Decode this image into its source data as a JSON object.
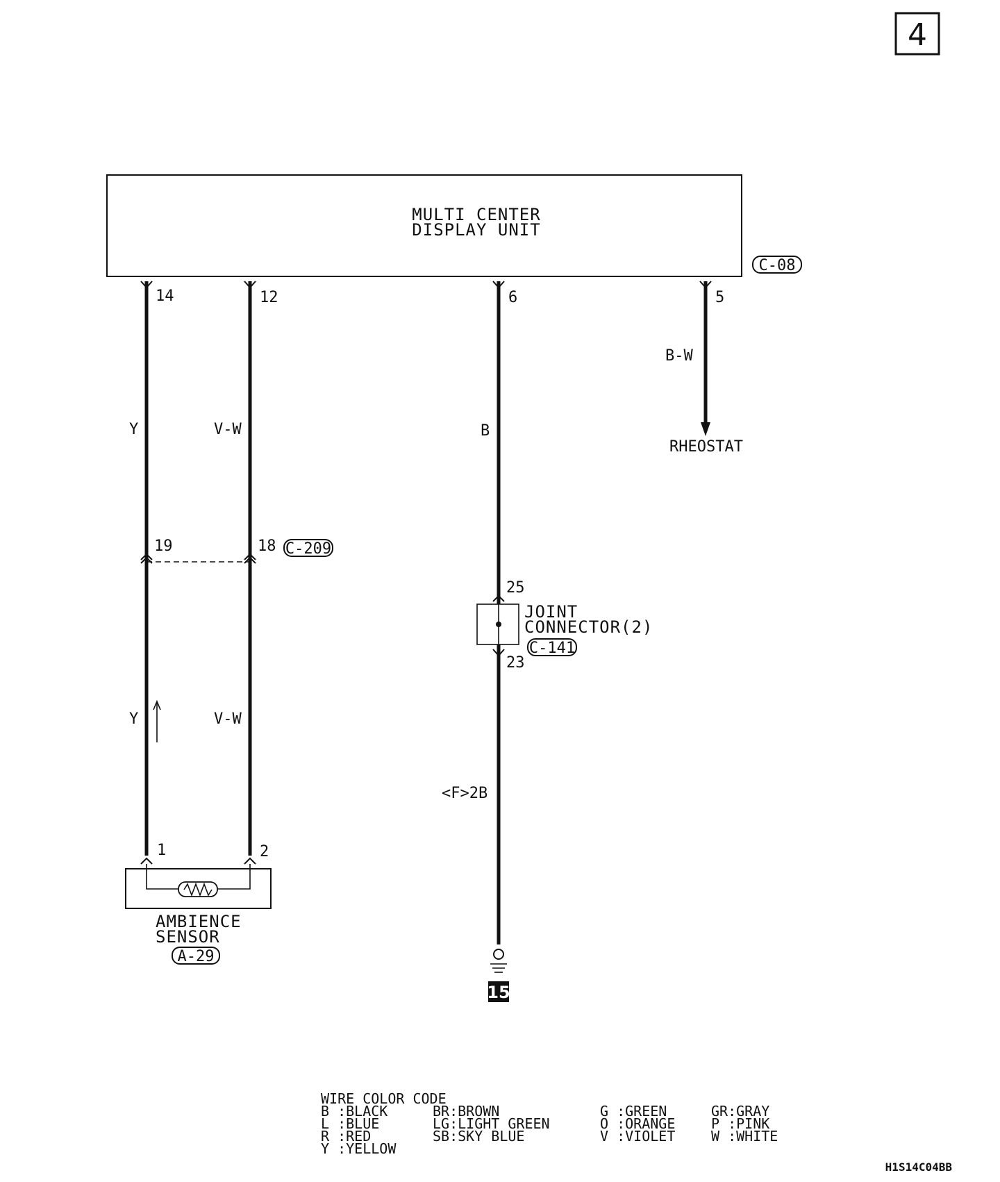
{
  "page_number": "4",
  "unit": {
    "title_line1": "MULTI CENTER",
    "title_line2": "DISPLAY UNIT",
    "connector": "C-08"
  },
  "pins": {
    "p14": "14",
    "p12": "12",
    "p6": "6",
    "p5": "5",
    "p19": "19",
    "p18": "18",
    "p25": "25",
    "p23": "23",
    "p1": "1",
    "p2": "2"
  },
  "wires": {
    "y_top": "Y",
    "vw_top": "V-W",
    "b": "B",
    "bw": "B-W",
    "y_bottom": "Y",
    "vw_bottom": "V-W",
    "f2b": "<F>2B"
  },
  "connectors": {
    "c209": "C-209",
    "c141": "C-141",
    "a29": "A-29"
  },
  "rheostat": "RHEOSTAT",
  "joint": {
    "line1": "JOINT",
    "line2": "CONNECTOR(2)"
  },
  "sensor": {
    "line1": "AMBIENCE",
    "line2": "SENSOR"
  },
  "ground": "15",
  "legend": {
    "title": "WIRE COLOR CODE",
    "col1": [
      "B :BLACK",
      "L :BLUE",
      "R :RED",
      "Y :YELLOW"
    ],
    "col2": [
      "BR:BROWN",
      "LG:LIGHT GREEN",
      "SB:SKY BLUE"
    ],
    "col3": [
      "G :GREEN",
      "O :ORANGE",
      "V :VIOLET"
    ],
    "col4": [
      "GR:GRAY",
      "P :PINK",
      "W :WHITE"
    ]
  },
  "diagram_id": "H1S14C04BB"
}
